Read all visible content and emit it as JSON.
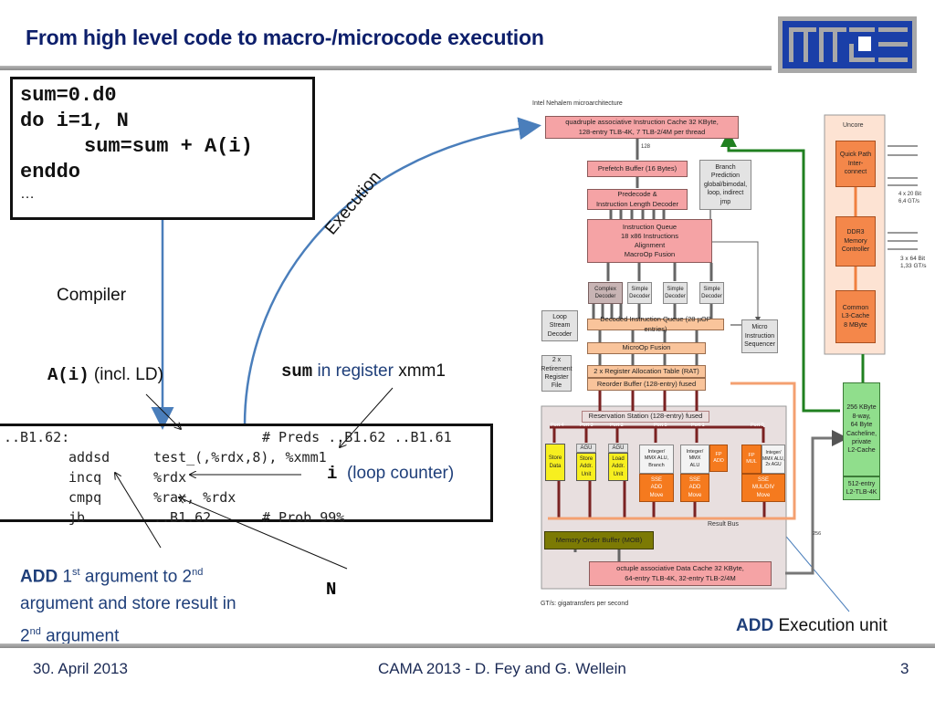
{
  "slide": {
    "title": "From high level code to macro-/microcode execution",
    "logo": "rrze-logo"
  },
  "source_code": {
    "lines": [
      "sum=0.d0",
      "do i=1, N",
      "sum=sum + A(i)",
      "enddo",
      "…"
    ]
  },
  "labels": {
    "compiler": "Compiler",
    "execution": "Execution",
    "a_i": "A(i)",
    "a_i_note": "(incl. LD)",
    "sum_code": "sum",
    "sum_in_register": "in register",
    "sum_register_name": "xmm1",
    "i_code": "i",
    "loop_counter": "(loop counter)",
    "n_code": "N",
    "add_bold": "ADD",
    "add_desc_1a": "1",
    "add_desc_1sup": "st",
    "add_desc_1b": " argument to 2",
    "add_desc_1sup2": "nd",
    "add_desc_2": "argument and store result in",
    "add_desc_3a": "2",
    "add_desc_3sup": "nd",
    "add_desc_3b": " argument",
    "exec_unit_bold": "ADD",
    "exec_unit_text": "Execution unit"
  },
  "assembly": {
    "lines": [
      {
        "label": "..B1.62:",
        "op": "",
        "args": "",
        "comment": "# Preds ..B1.62 ..B1.61"
      },
      {
        "label": "",
        "op": "addsd",
        "args": "test_(,%rdx,8), %xmm1",
        "comment": ""
      },
      {
        "label": "",
        "op": "incq",
        "args": "%rdx",
        "comment": ""
      },
      {
        "label": "",
        "op": "cmpq",
        "args": "%rax, %rdx",
        "comment": ""
      },
      {
        "label": "",
        "op": "jb",
        "args": "..B1.62",
        "comment": "# Prob 99%"
      }
    ]
  },
  "diagram": {
    "title": "Intel Nehalem microarchitecture",
    "icache": "quadruple associative Instruction Cache 32 KByte,\n128-entry TLB-4K, 7 TLB-2/4M per thread",
    "bus_128": "128",
    "prefetch": "Prefetch Buffer (16 Bytes)",
    "branch_pred": "Branch\nPrediction\nglobal/bimodal,\nloop, indirect\njmp",
    "predecode": "Predecode &\nInstruction Length Decoder",
    "iqueue": "Instruction Queue\n18 x86 Instructions\nAlignment\nMacroOp Fusion",
    "decoders": [
      "Complex\nDecoder",
      "Simple\nDecoder",
      "Simple\nDecoder",
      "Simple\nDecoder"
    ],
    "loop_stream": "Loop\nStream\nDecoder",
    "decoded_queue": "Decoded Instruction Queue (28 µOP entries)",
    "micro_seq": "Micro\nInstruction\nSequencer",
    "microop_fusion": "MicroOp Fusion",
    "retire_rf": "2 x\nRetirement\nRegister\nFile",
    "rat": "2 x Register Allocation Table (RAT)",
    "rob": "Reorder Buffer (128-entry) fused",
    "rs": "Reservation Station (128-entry) fused",
    "ports": [
      "Port 4",
      "Port 3",
      "Port 2",
      "Port 5",
      "Port 1",
      "Port 0"
    ],
    "store_data": "Store\nData",
    "agu": "AGU",
    "store_addr": "Store\nAddr.\nUnit",
    "load_addr": "Load\nAddr.\nUnit",
    "p5_int": "Integer/\nMMX ALU,\nBranch",
    "p5_sse": "SSE\nADD\nMove",
    "p1_int": "Integer/\nMMX\nALU",
    "p1_fp": "FP\nADD",
    "p1_sse": "SSE\nADD\nMove",
    "p0_fp": "FP\nMUL",
    "p0_int": "Integer/\nMMX ALU,\n2x AGU",
    "p0_sse": "SSE\nMUL/DIV\nMove",
    "result_bus": "Result Bus",
    "mob": "Memory Order Buffer (MOB)",
    "dcache": "octuple associative Data Cache 32 KByte,\n64-entry TLB-4K, 32-entry TLB-2/4M",
    "bus_256": "256",
    "footnote": "GT/s: gigatransfers per second",
    "uncore": "Uncore",
    "qpi": "Quick Path\nInter-\nconnect",
    "qpi_bw": "4 x 20 Bit\n6,4 GT/s",
    "ddr3": "DDR3\nMemory\nController",
    "ddr3_bw": "3 x 64 Bit\n1,33 GT/s",
    "l3": "Common\nL3-Cache\n8 MByte",
    "l2": "256 KByte\n8-way,\n64 Byte\nCacheline,\nprivate\nL2-Cache",
    "l2tlb": "512-entry\nL2-TLB-4K"
  },
  "footer": {
    "date": "30. April 2013",
    "center": "CAMA 2013 - D. Fey and G. Wellein",
    "page": "3"
  },
  "colors": {
    "title": "#0d1f6b",
    "accent_blue": "#4a7ebb",
    "logo_blue": "#1a3fa8",
    "text_blue": "#1f3f7a"
  }
}
